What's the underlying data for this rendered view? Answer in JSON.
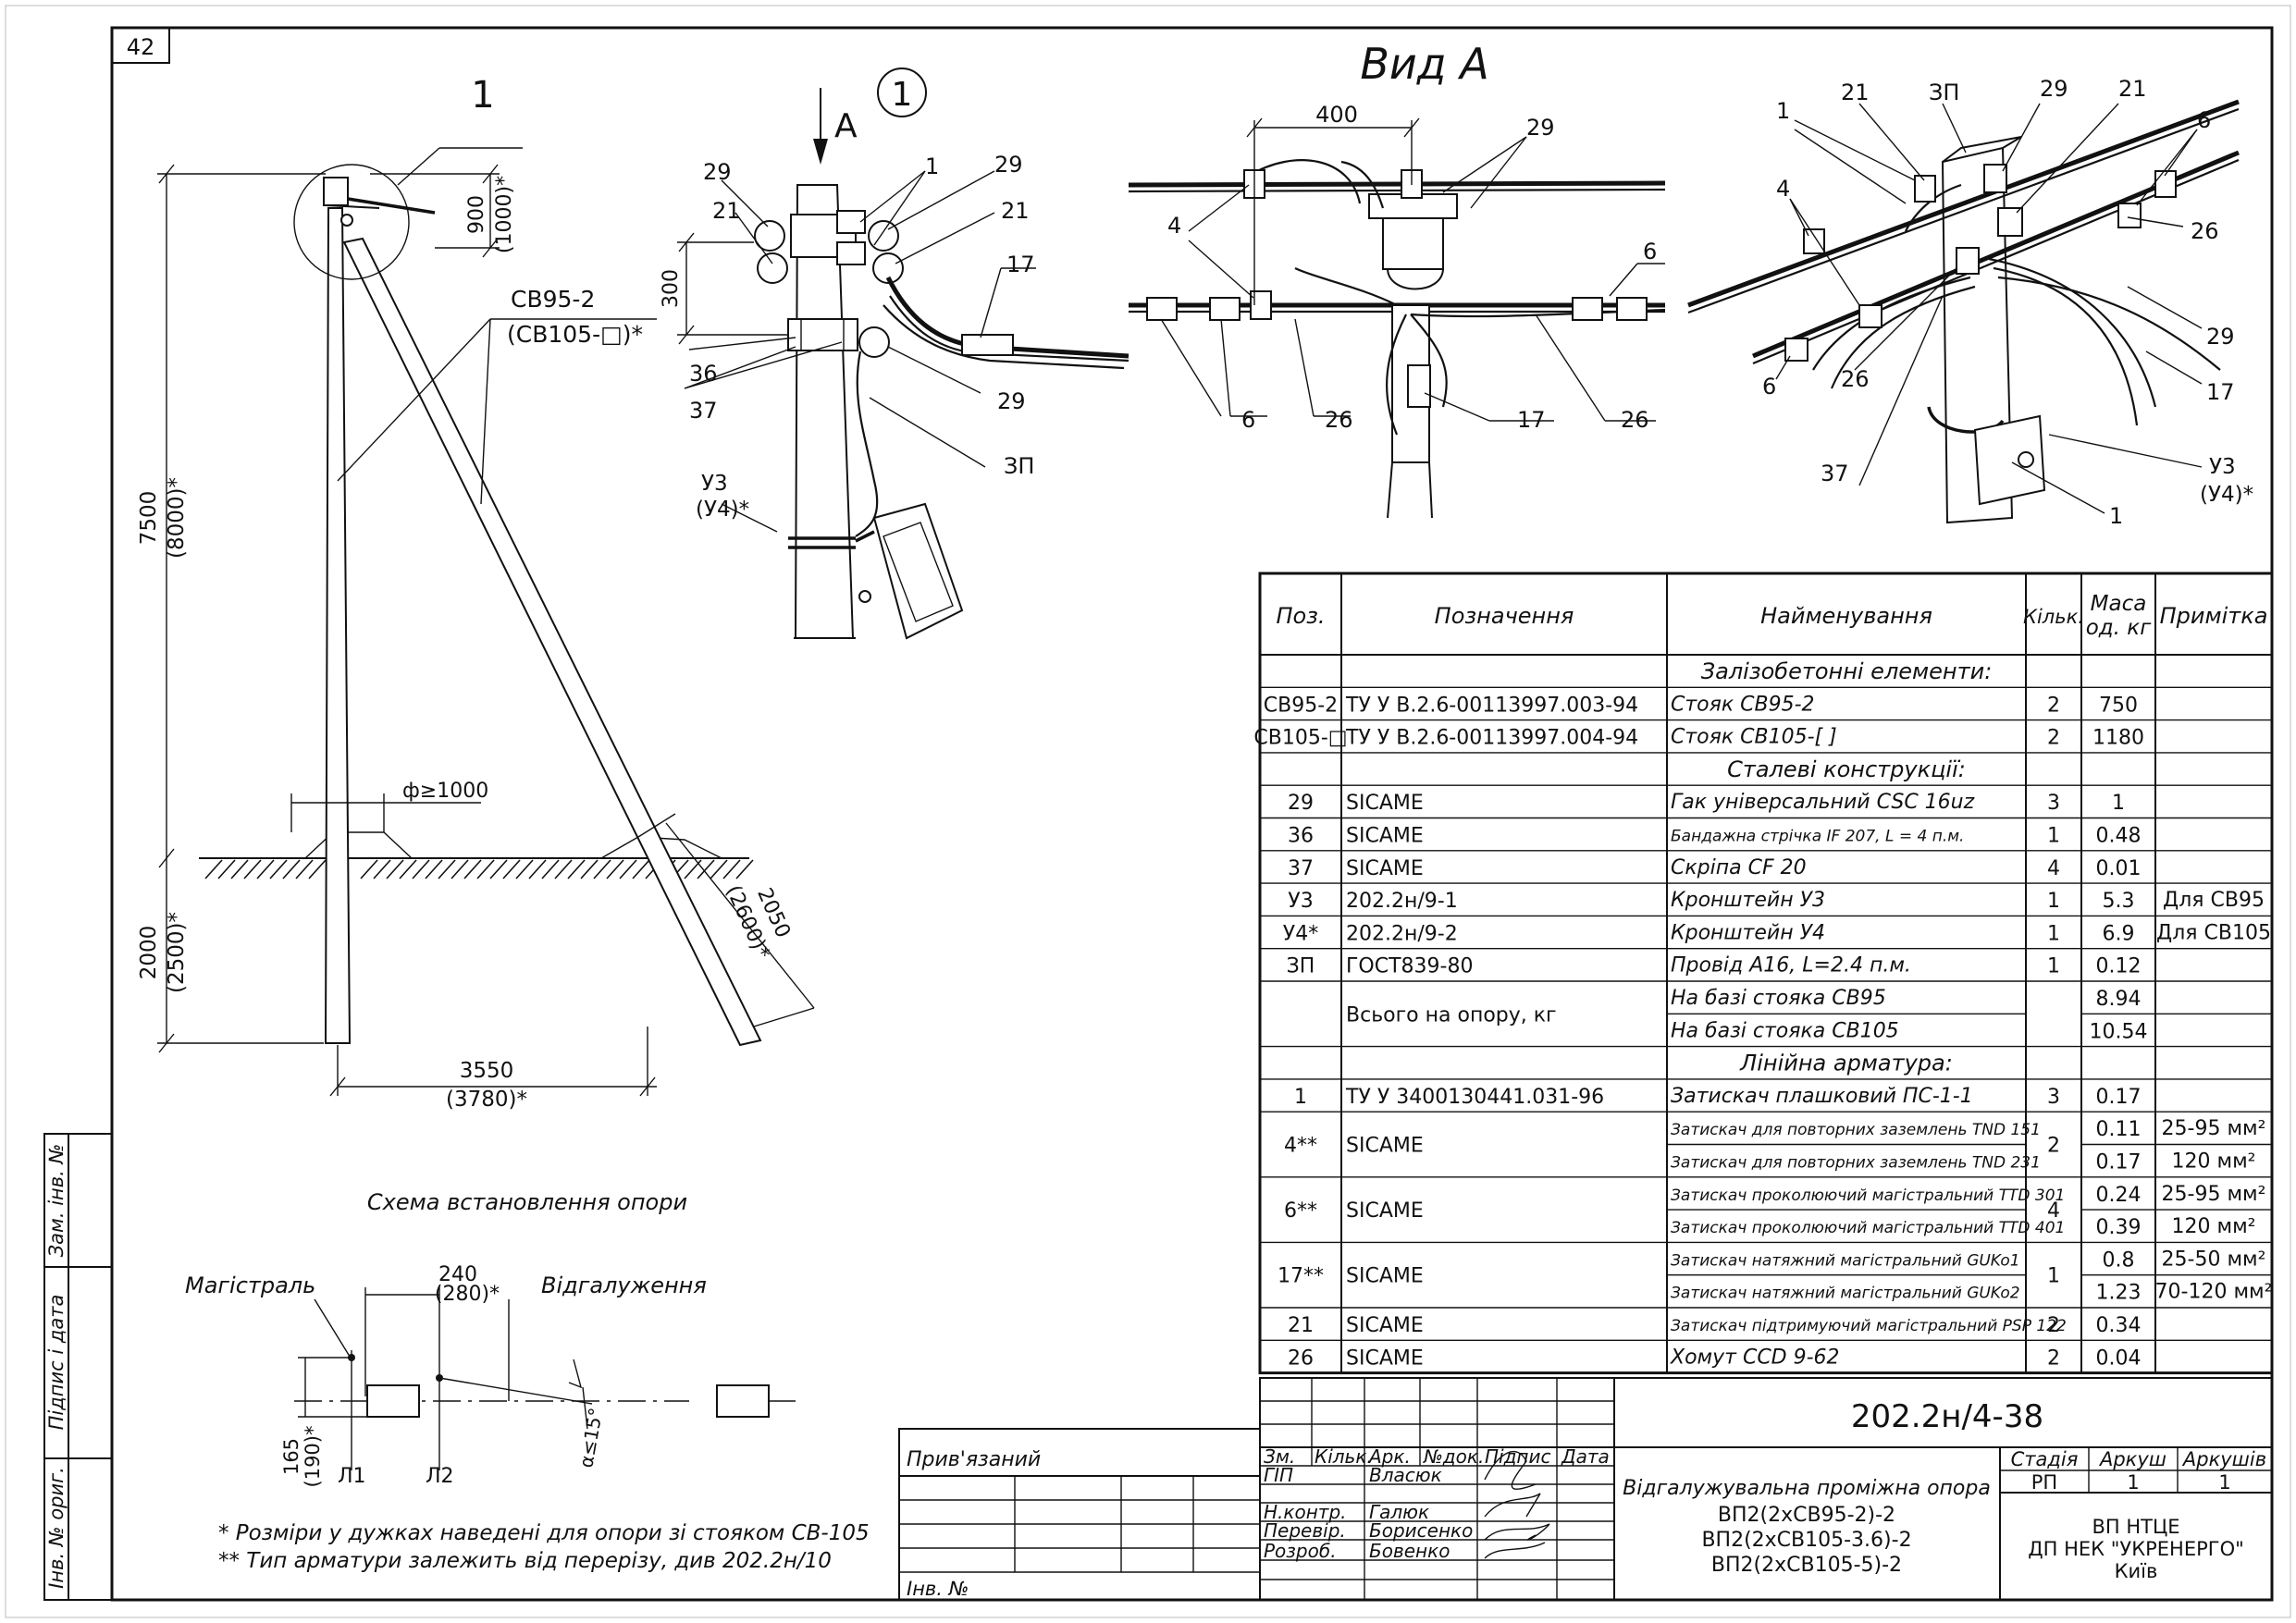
{
  "sheet_number": "42",
  "view_label": "Вид А",
  "callout_circle": "1",
  "arrow_label": "А",
  "left_drawing": {
    "callout": "1",
    "pole_label": "СВ95-2",
    "pole_label_alt": "(СВ105-□)*",
    "dim_height": "7500",
    "dim_height_alt": "(8000)*",
    "dim_top": "900",
    "dim_top_alt": "(1000)*",
    "dim_ground": "2000",
    "dim_ground_alt": "(2500)*",
    "dim_hole": "ф≥1000",
    "dim_strut": "2050",
    "dim_strut_alt": "(2600)*",
    "dim_base": "3550",
    "dim_base_alt": "(3780)*",
    "scheme_title": "Схема встановлення опори"
  },
  "detail1": {
    "labels": [
      "29",
      "21",
      "1",
      "29",
      "21",
      "17",
      "36",
      "37",
      "29",
      "ЗП",
      "У3",
      "(У4)*"
    ],
    "dim_300": "300"
  },
  "viewA": {
    "dim_400": "400",
    "labels": [
      "29",
      "4",
      "6",
      "6",
      "26",
      "17",
      "26"
    ]
  },
  "iso": {
    "labels": [
      "1",
      "21",
      "ЗП",
      "29",
      "21",
      "6",
      "4",
      "26",
      "29",
      "17",
      "6",
      "26",
      "37",
      "У3",
      "(У4)*",
      "1"
    ]
  },
  "scheme": {
    "main": "Магістраль",
    "branch": "Відгалуження",
    "dim_240": "240",
    "dim_240_alt": "(280)*",
    "dim_165": "165",
    "dim_165_alt": "(190)*",
    "l1": "Л1",
    "l2": "Л2",
    "angle": "α≤15°"
  },
  "notes": [
    "* Розміри у дужках наведені для опори зі стояком СВ-105",
    "** Тип арматури залежить від перерізу, див 202.2н/10"
  ],
  "side_stamp": [
    "Інв. № ориг.",
    "Підпис і дата",
    "Зам. інв. №"
  ],
  "spec_table": {
    "headers": [
      "Поз.",
      "Позначення",
      "Найменування",
      "Кільк.",
      "Маса од. кг",
      "Примітка"
    ],
    "rows": [
      {
        "type": "section",
        "name": "Залізобетонні елементи:"
      },
      {
        "pos": "СВ95-2",
        "des": "ТУ У В.2.6-00113997.003-94",
        "name": "Стояк СВ95-2",
        "qty": "2",
        "mass": "750",
        "note": ""
      },
      {
        "pos": "СВ105-□",
        "des": "ТУ У В.2.6-00113997.004-94",
        "name": "Стояк СВ105-[     ]",
        "qty": "2",
        "mass": "1180",
        "note": ""
      },
      {
        "type": "section",
        "name": "Сталеві конструкції:"
      },
      {
        "pos": "29",
        "des": "SICAME",
        "name": "Гак універсальний CSC 16uz",
        "qty": "3",
        "mass": "1",
        "note": ""
      },
      {
        "pos": "36",
        "des": "SICAME",
        "name": "Бандажна стрічка IF 207, L = 4 п.м.",
        "qty": "1",
        "mass": "0.48",
        "note": ""
      },
      {
        "pos": "37",
        "des": "SICAME",
        "name": "Скріпа CF 20",
        "qty": "4",
        "mass": "0.01",
        "note": ""
      },
      {
        "pos": "У3",
        "des": "202.2н/9-1",
        "name": "Кронштейн У3",
        "qty": "1",
        "mass": "5.3",
        "note": "Для СВ95"
      },
      {
        "pos": "У4*",
        "des": "202.2н/9-2",
        "name": "Кронштейн У4",
        "qty": "1",
        "mass": "6.9",
        "note": "Для СВ105"
      },
      {
        "pos": "ЗП",
        "des": "ГОСТ839-80",
        "name": "Провід А16, L=2.4 п.м.",
        "qty": "1",
        "mass": "0.12",
        "note": ""
      },
      {
        "pos": "",
        "des": "Всього на опору, кг",
        "name": "На базі стояка СВ95",
        "qty": "",
        "mass": "8.94",
        "note": ""
      },
      {
        "pos": "",
        "des": "",
        "name": "На базі стояка СВ105",
        "qty": "",
        "mass": "10.54",
        "note": ""
      },
      {
        "type": "section",
        "name": "Лінійна арматура:"
      },
      {
        "pos": "1",
        "des": "ТУ У 3400130441.031-96",
        "name": "Затискач плашковий ПС-1-1",
        "qty": "3",
        "mass": "0.17",
        "note": ""
      },
      {
        "pos": "4**",
        "des": "SICAME",
        "name": "Затискач для повторних заземлень TND 151",
        "qty": "2",
        "mass": "0.11",
        "note": "25-95 мм²"
      },
      {
        "pos": "",
        "des": "",
        "name": "Затискач для повторних заземлень TND 231",
        "qty": "",
        "mass": "0.17",
        "note": "120 мм²"
      },
      {
        "pos": "6**",
        "des": "SICAME",
        "name": "Затискач проколюючий магістральний TTD 301",
        "qty": "4",
        "mass": "0.24",
        "note": "25-95 мм²"
      },
      {
        "pos": "",
        "des": "",
        "name": "Затискач проколюючий магістральний TTD 401",
        "qty": "",
        "mass": "0.39",
        "note": "120 мм²"
      },
      {
        "pos": "17**",
        "des": "SICAME",
        "name": "Затискач натяжний магістральний GUKo1",
        "qty": "1",
        "mass": "0.8",
        "note": "25-50 мм²"
      },
      {
        "pos": "",
        "des": "",
        "name": "Затискач натяжний магістральний GUKo2",
        "qty": "",
        "mass": "1.23",
        "note": "70-120 мм²"
      },
      {
        "pos": "21",
        "des": "SICAME",
        "name": "Затискач підтримуючий магістральний PSP 122",
        "qty": "2",
        "mass": "0.34",
        "note": ""
      },
      {
        "pos": "26",
        "des": "SICAME",
        "name": "Хомут CCD 9-62",
        "qty": "2",
        "mass": "0.04",
        "note": ""
      }
    ]
  },
  "title_block": {
    "doc_code": "202.2н/4-38",
    "bound": "Прив'язаний",
    "inv": "Інв. №",
    "col_heads": [
      "Зм.",
      "Кільк.",
      "Арк.",
      "№док.",
      "Підпис",
      "Дата"
    ],
    "roles": [
      "ГІП",
      "Н.контр.",
      "Перевір.",
      "Розроб."
    ],
    "names": [
      "Власюк",
      "Галюк",
      "Борисенко",
      "Бовенко"
    ],
    "title_lines": [
      "Відгалужувальна проміжна опора",
      "ВП2(2хСВ95-2)-2",
      "ВП2(2хСВ105-3.6)-2",
      "ВП2(2хСВ105-5)-2"
    ],
    "stage_heads": [
      "Стадія",
      "Аркуш",
      "Аркушів"
    ],
    "stage_vals": [
      "РП",
      "1",
      "1"
    ],
    "org": [
      "ВП НТЦЕ",
      "ДП НЕК \"УКРЕНЕРГО\"",
      "Київ"
    ]
  }
}
